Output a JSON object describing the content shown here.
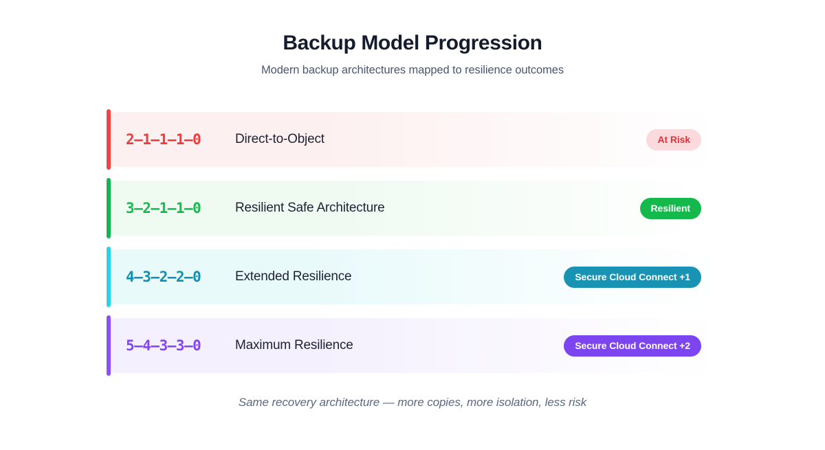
{
  "header": {
    "title": "Backup Model Progression",
    "subtitle": "Modern backup architectures mapped to resilience outcomes"
  },
  "rows": [
    {
      "code": "2–1–1–1–0",
      "label": "Direct-to-Object",
      "badge": "At Risk",
      "accent_color": "#ef4444",
      "code_color": "#ef3b3b",
      "badge_bg": "#fadadd",
      "badge_text_color": "#e0323c",
      "row_tint": "#fdf0f0"
    },
    {
      "code": "3–2–1–1–0",
      "label": "Resilient Safe Architecture",
      "badge": "Resilient",
      "accent_color": "#16b351",
      "code_color": "#18bb4f",
      "badge_bg": "#14b94b",
      "badge_text_color": "#ffffff",
      "row_tint": "#effaf1"
    },
    {
      "code": "4–3–2–2–0",
      "label": "Extended Resilience",
      "badge": "Secure Cloud Connect +1",
      "accent_color": "#2ad2e8",
      "code_color": "#1390b0",
      "badge_bg": "#1893b3",
      "badge_text_color": "#ffffff",
      "row_tint": "#e9fafb"
    },
    {
      "code": "5–4–3–3–0",
      "label": "Maximum Resilience",
      "badge": "Secure Cloud Connect +2",
      "accent_color": "#8b4ff5",
      "code_color": "#8246f2",
      "badge_bg": "#7c45f0",
      "badge_text_color": "#ffffff",
      "row_tint": "#f4f0fd"
    }
  ],
  "footer": {
    "caption": "Same recovery architecture — more copies, more isolation, less risk"
  }
}
